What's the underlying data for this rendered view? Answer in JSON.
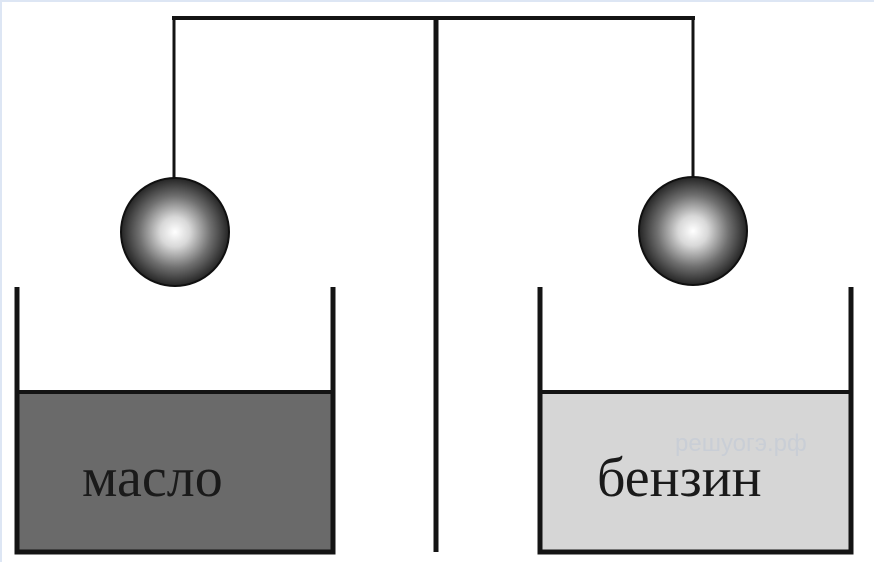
{
  "labels": {
    "left_liquid": "масло",
    "right_liquid": "бензин"
  },
  "watermark": {
    "text": "решуогэ.рф"
  },
  "colors": {
    "line": "#141414",
    "oil_fill": "#6a6a6a",
    "petrol_fill": "#d6d6d6",
    "ball_highlight": "#ffffff",
    "ball_shadow": "#101010",
    "watermark": "#c9ced6"
  }
}
